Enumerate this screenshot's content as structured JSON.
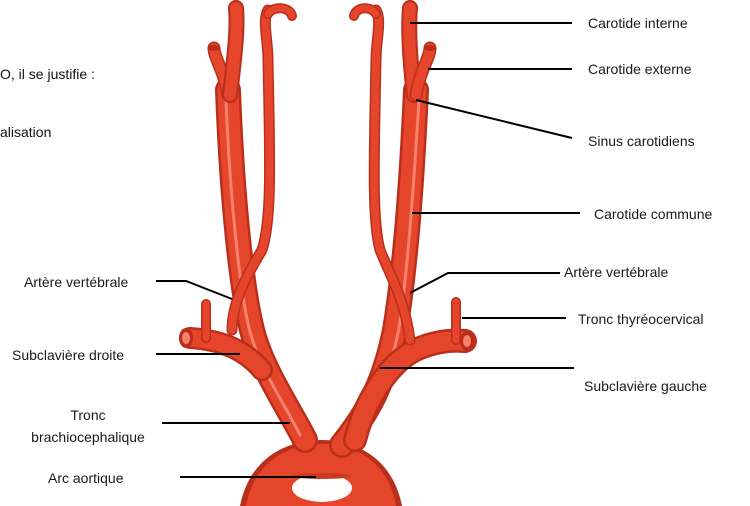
{
  "background_text": {
    "line1": "O, il se justifie :",
    "line2": "alisation"
  },
  "labels": {
    "carotide_interne": "Carotide interne",
    "carotide_externe": "Carotide externe",
    "sinus_carotidiens": "Sinus carotidiens",
    "carotide_commune": "Carotide commune",
    "artere_vertebrale_gauche": "Artère vertébrale",
    "artere_vertebrale_droite": "Artère vertébrale",
    "tronc_thyreocervical": "Tronc thyréocervical",
    "subclaviere_droite": "Subclavière droite",
    "subclaviere_gauche": "Subclavière gauche",
    "tronc_brachiocephalique_1": "Tronc",
    "tronc_brachiocephalique_2": "brachiocephalique",
    "arc_aortique": "Arc aortique"
  },
  "colors": {
    "artery": "#e5452b",
    "artery_shadow": "#b92f1b",
    "artery_highlight": "#f6826b",
    "leader_line": "#000000"
  }
}
